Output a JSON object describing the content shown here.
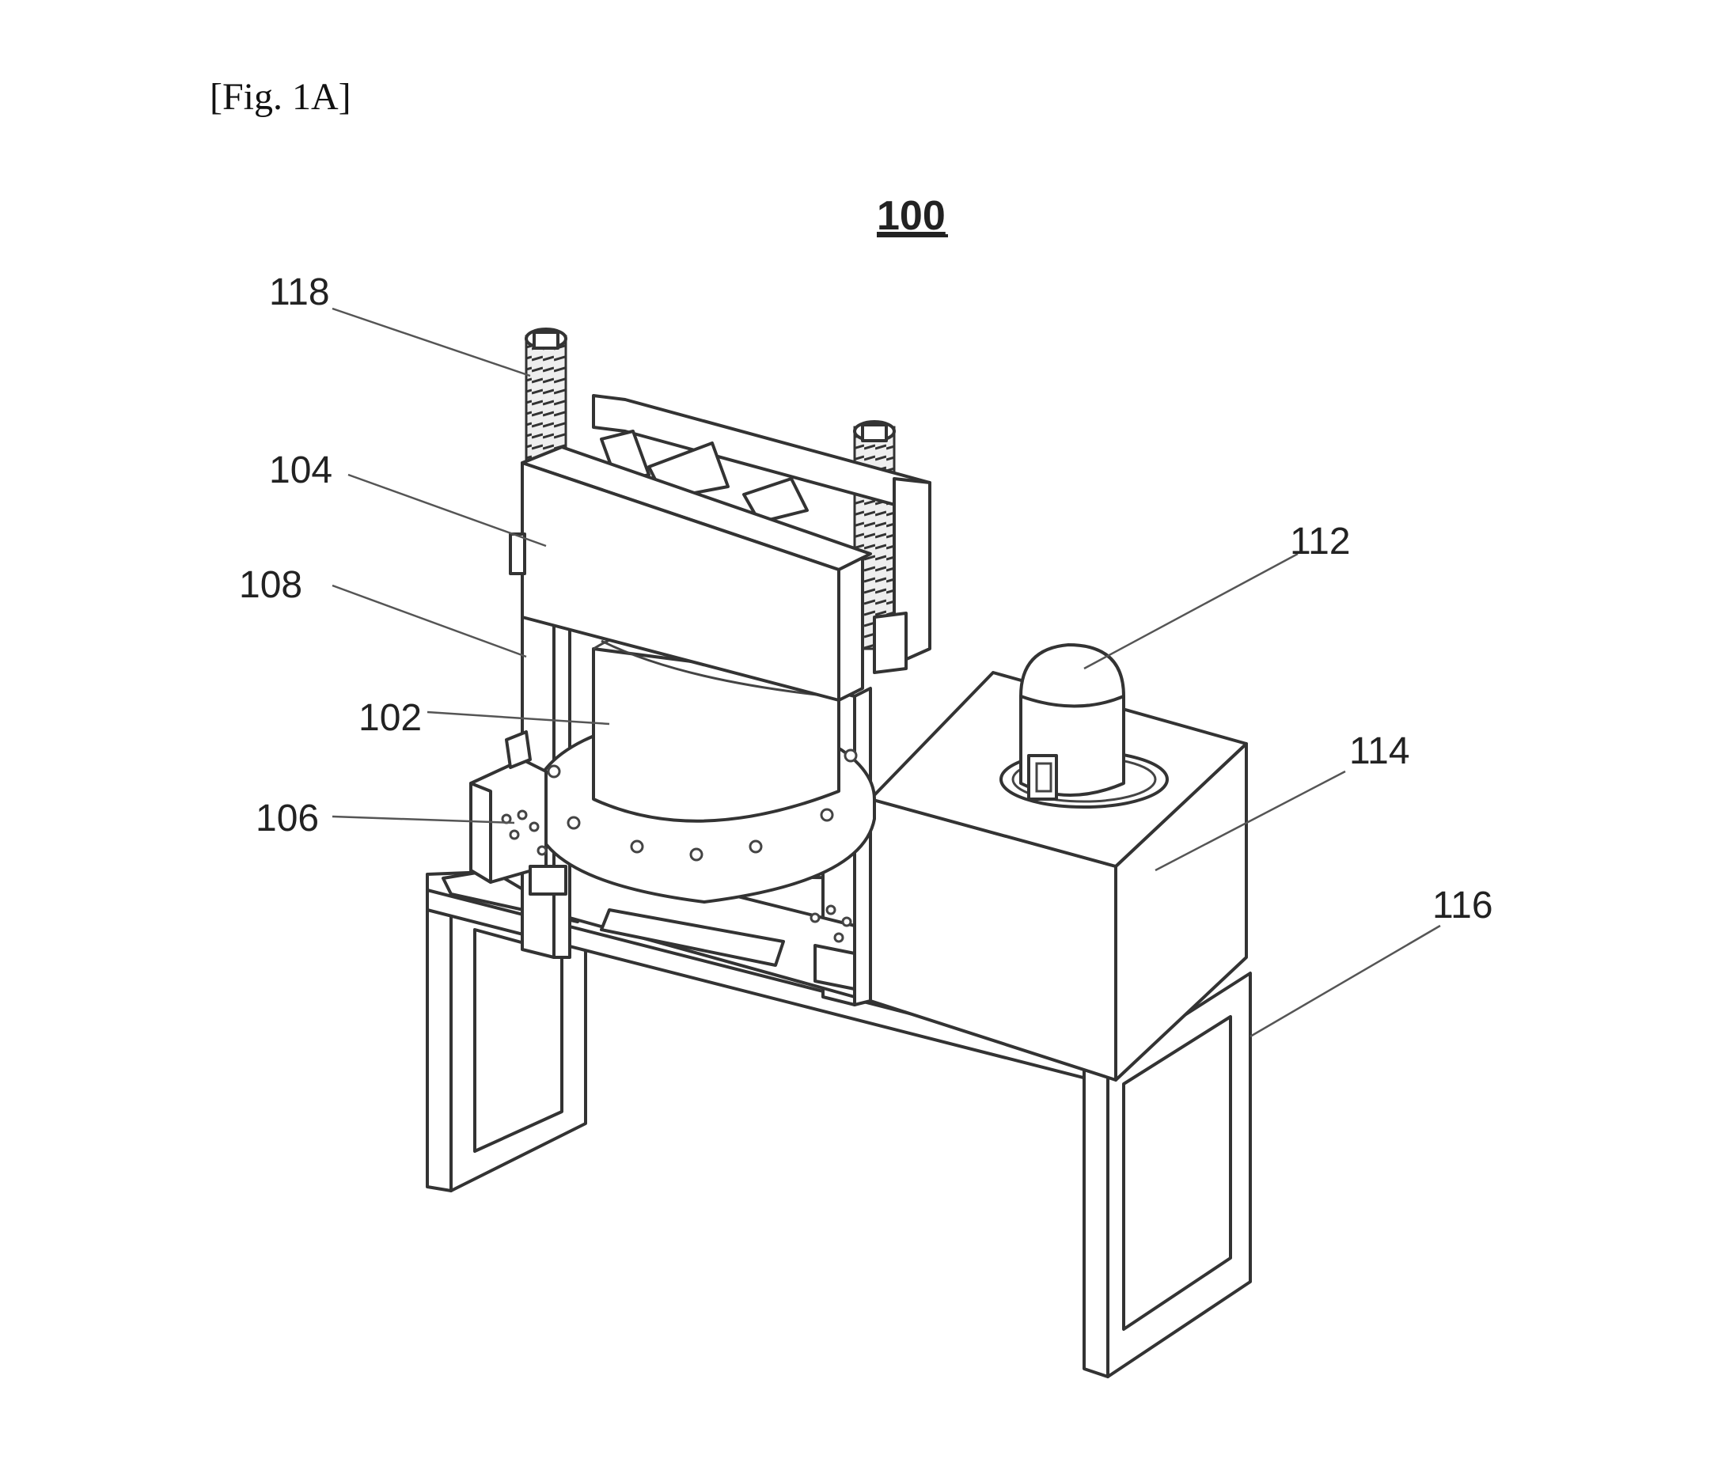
{
  "figure": {
    "caption": "[Fig. 1A]",
    "assembly_label": "100"
  },
  "labels": {
    "l118": "118",
    "l104": "104",
    "l108": "108",
    "l102": "102",
    "l106": "106",
    "l112": "112",
    "l114": "114",
    "l116": "116"
  }
}
